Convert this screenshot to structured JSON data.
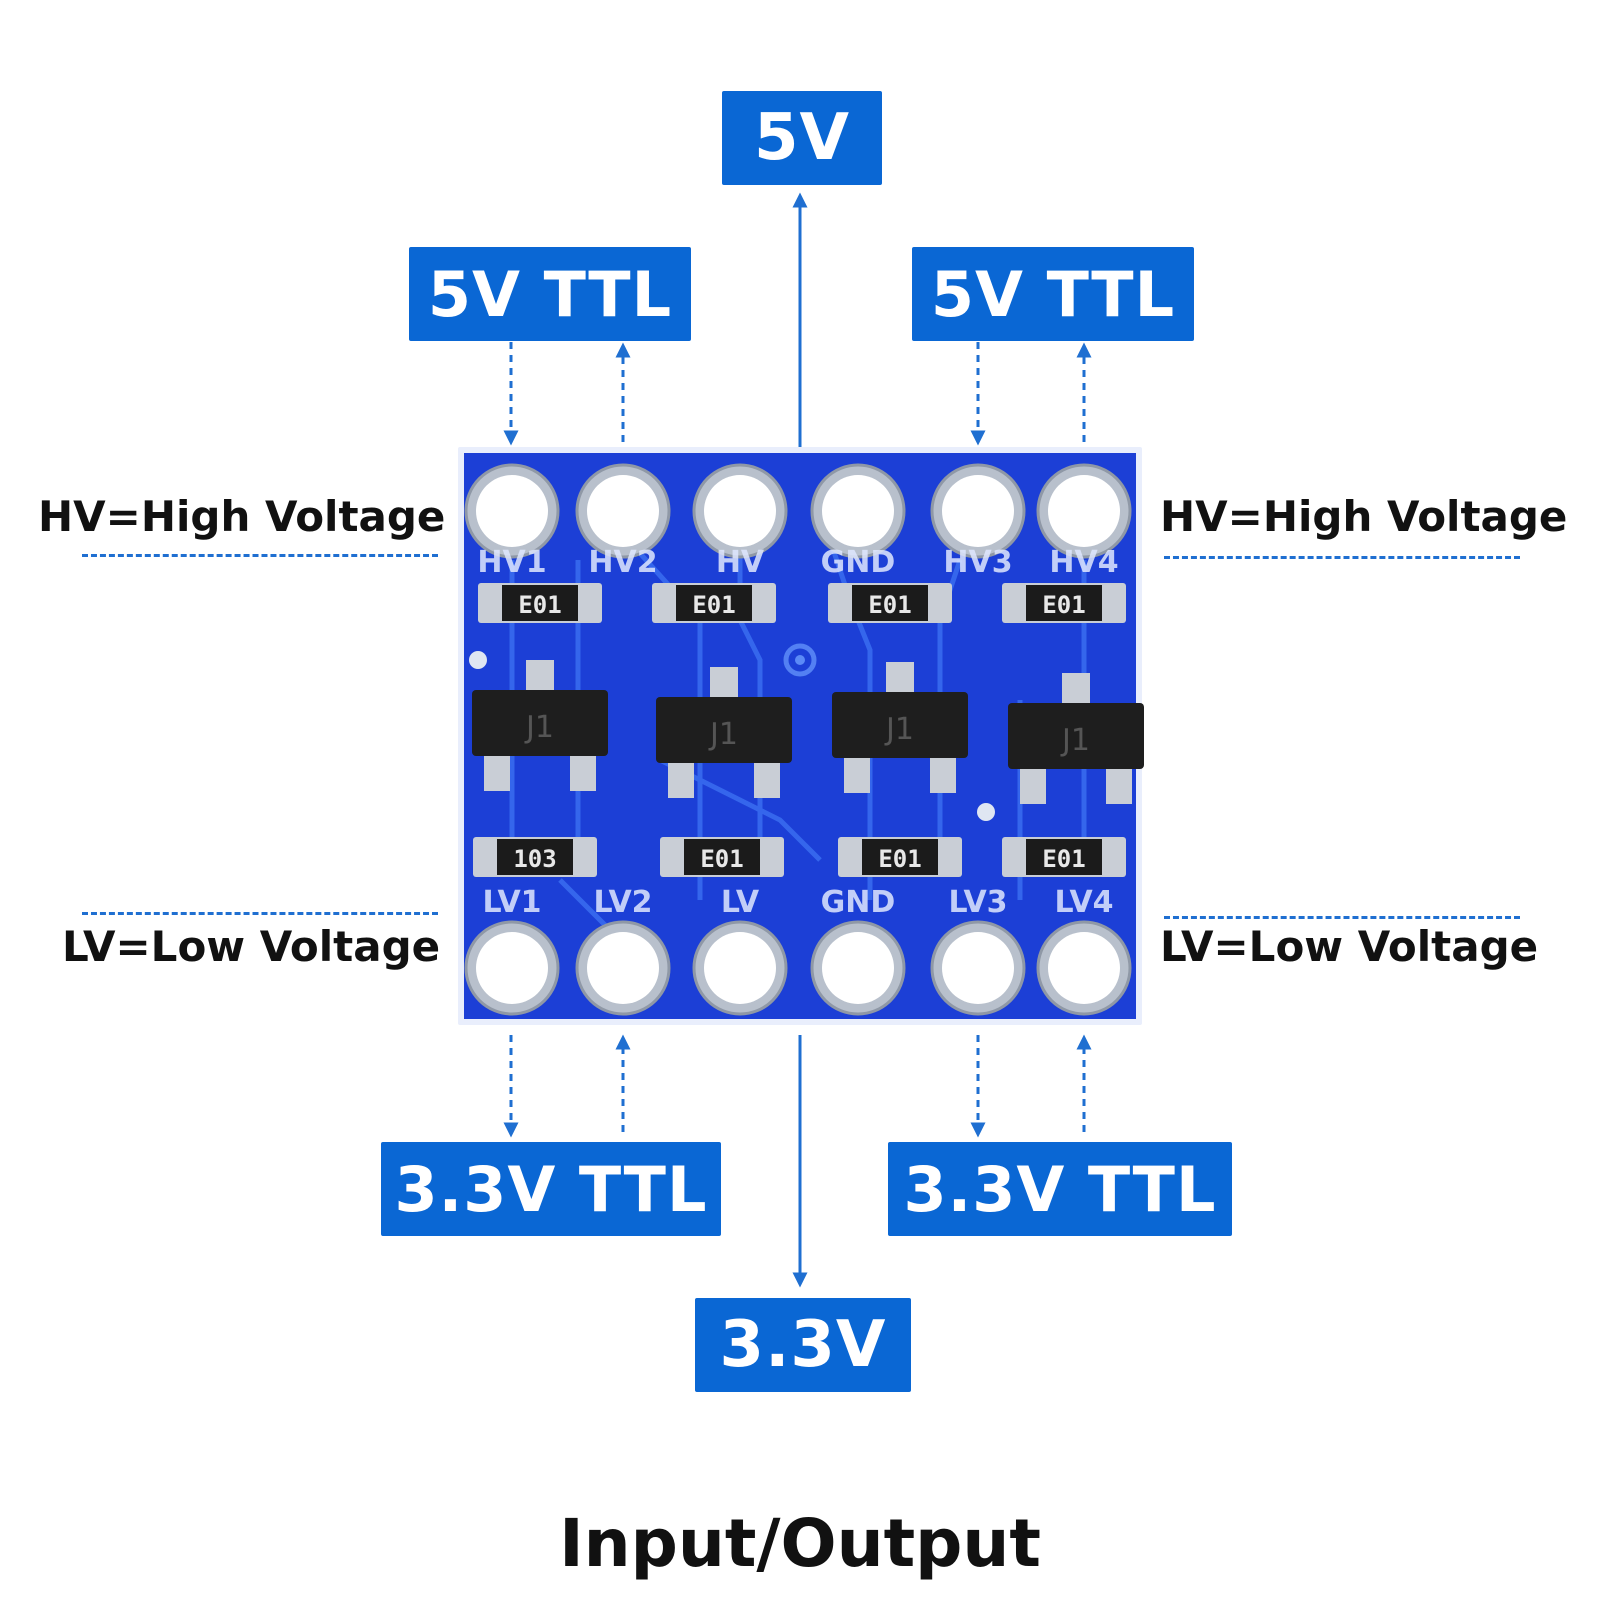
{
  "boxes": {
    "top_5v": "5V",
    "top_left_ttl": "5V TTL",
    "top_right_ttl": "5V TTL",
    "bottom_left_ttl": "3.3V TTL",
    "bottom_right_ttl": "3.3V TTL",
    "bottom_3v3": "3.3V"
  },
  "labels": {
    "hv_left": "HV=High Voltage",
    "hv_right": "HV=High Voltage",
    "lv_left": "LV=Low Voltage",
    "lv_right": "LV=Low Voltage"
  },
  "caption": "Input/Output",
  "board": {
    "top_silkscreen": [
      "HV1",
      "HV2",
      "HV",
      "GND",
      "HV3",
      "HV4"
    ],
    "bottom_silkscreen": [
      "LV1",
      "LV2",
      "LV",
      "GND",
      "LV3",
      "LV4"
    ],
    "resistor_codes_top": [
      "E01",
      "E01",
      "E01",
      "E01"
    ],
    "resistor_codes_bottom": [
      "103",
      "E01",
      "E01",
      "E01"
    ],
    "transistor_marking": "J1"
  },
  "colors": {
    "accent_blue": "#0a67d4",
    "pcb_blue": "#1c3fd6",
    "arrow_blue": "#1f6fd1"
  }
}
